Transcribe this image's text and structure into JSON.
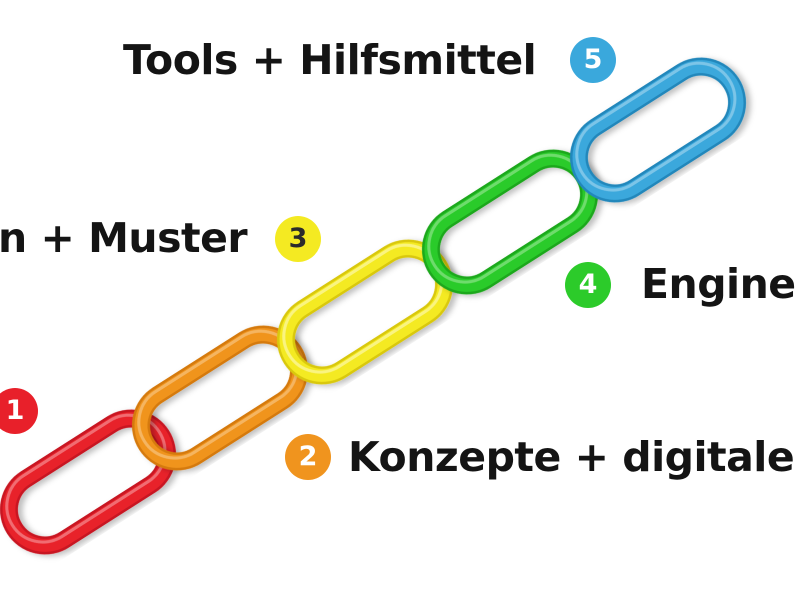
{
  "colors": {
    "red": "#e8202a",
    "orange": "#f0941e",
    "yellow": "#f4ea22",
    "green": "#2ccb2a",
    "blue": "#3aa8dc",
    "text": "#141414"
  },
  "steps": [
    {
      "number": "1",
      "label": "",
      "color": "#e8202a"
    },
    {
      "number": "2",
      "label": "Konzepte + digitale",
      "color": "#f0941e"
    },
    {
      "number": "3",
      "label": "n + Muster",
      "color": "#f4ea22"
    },
    {
      "number": "4",
      "label": "Engine",
      "color": "#2ccb2a"
    },
    {
      "number": "5",
      "label": "Tools + Hilfsmittel",
      "color": "#3aa8dc"
    }
  ]
}
